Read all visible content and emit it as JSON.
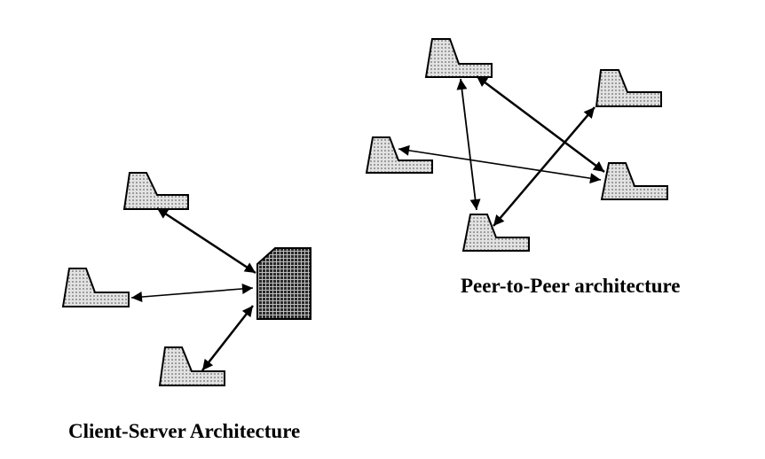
{
  "diagrams": [
    {
      "id": "client-server",
      "title": "Client-Server Architecture",
      "nodes": [
        {
          "id": "client-1",
          "type": "client",
          "icon": "workstation-icon"
        },
        {
          "id": "client-2",
          "type": "client",
          "icon": "workstation-icon"
        },
        {
          "id": "client-3",
          "type": "client",
          "icon": "workstation-icon"
        },
        {
          "id": "server",
          "type": "server",
          "icon": "server-icon"
        }
      ],
      "edges": [
        {
          "from": "client-1",
          "to": "server",
          "direction": "bidirectional"
        },
        {
          "from": "client-2",
          "to": "server",
          "direction": "bidirectional"
        },
        {
          "from": "client-3",
          "to": "server",
          "direction": "bidirectional"
        }
      ]
    },
    {
      "id": "peer-to-peer",
      "title": "Peer-to-Peer architecture",
      "nodes": [
        {
          "id": "peer-1",
          "type": "peer",
          "icon": "workstation-icon"
        },
        {
          "id": "peer-2",
          "type": "peer",
          "icon": "workstation-icon"
        },
        {
          "id": "peer-3",
          "type": "peer",
          "icon": "workstation-icon"
        },
        {
          "id": "peer-4",
          "type": "peer",
          "icon": "workstation-icon"
        },
        {
          "id": "peer-5",
          "type": "peer",
          "icon": "workstation-icon"
        }
      ],
      "edges": [
        {
          "from": "peer-1",
          "to": "peer-5",
          "direction": "bidirectional"
        },
        {
          "from": "peer-1",
          "to": "peer-4",
          "direction": "bidirectional"
        },
        {
          "from": "peer-2",
          "to": "peer-5",
          "direction": "bidirectional"
        },
        {
          "from": "peer-3",
          "to": "peer-4",
          "direction": "bidirectional"
        }
      ]
    }
  ],
  "colors": {
    "node_fill": "#e2e2e2",
    "node_dots": "#6a6a6a",
    "server_fill": "#2a2a2a",
    "server_grid": "#bdbdbd",
    "stroke": "#000000"
  }
}
